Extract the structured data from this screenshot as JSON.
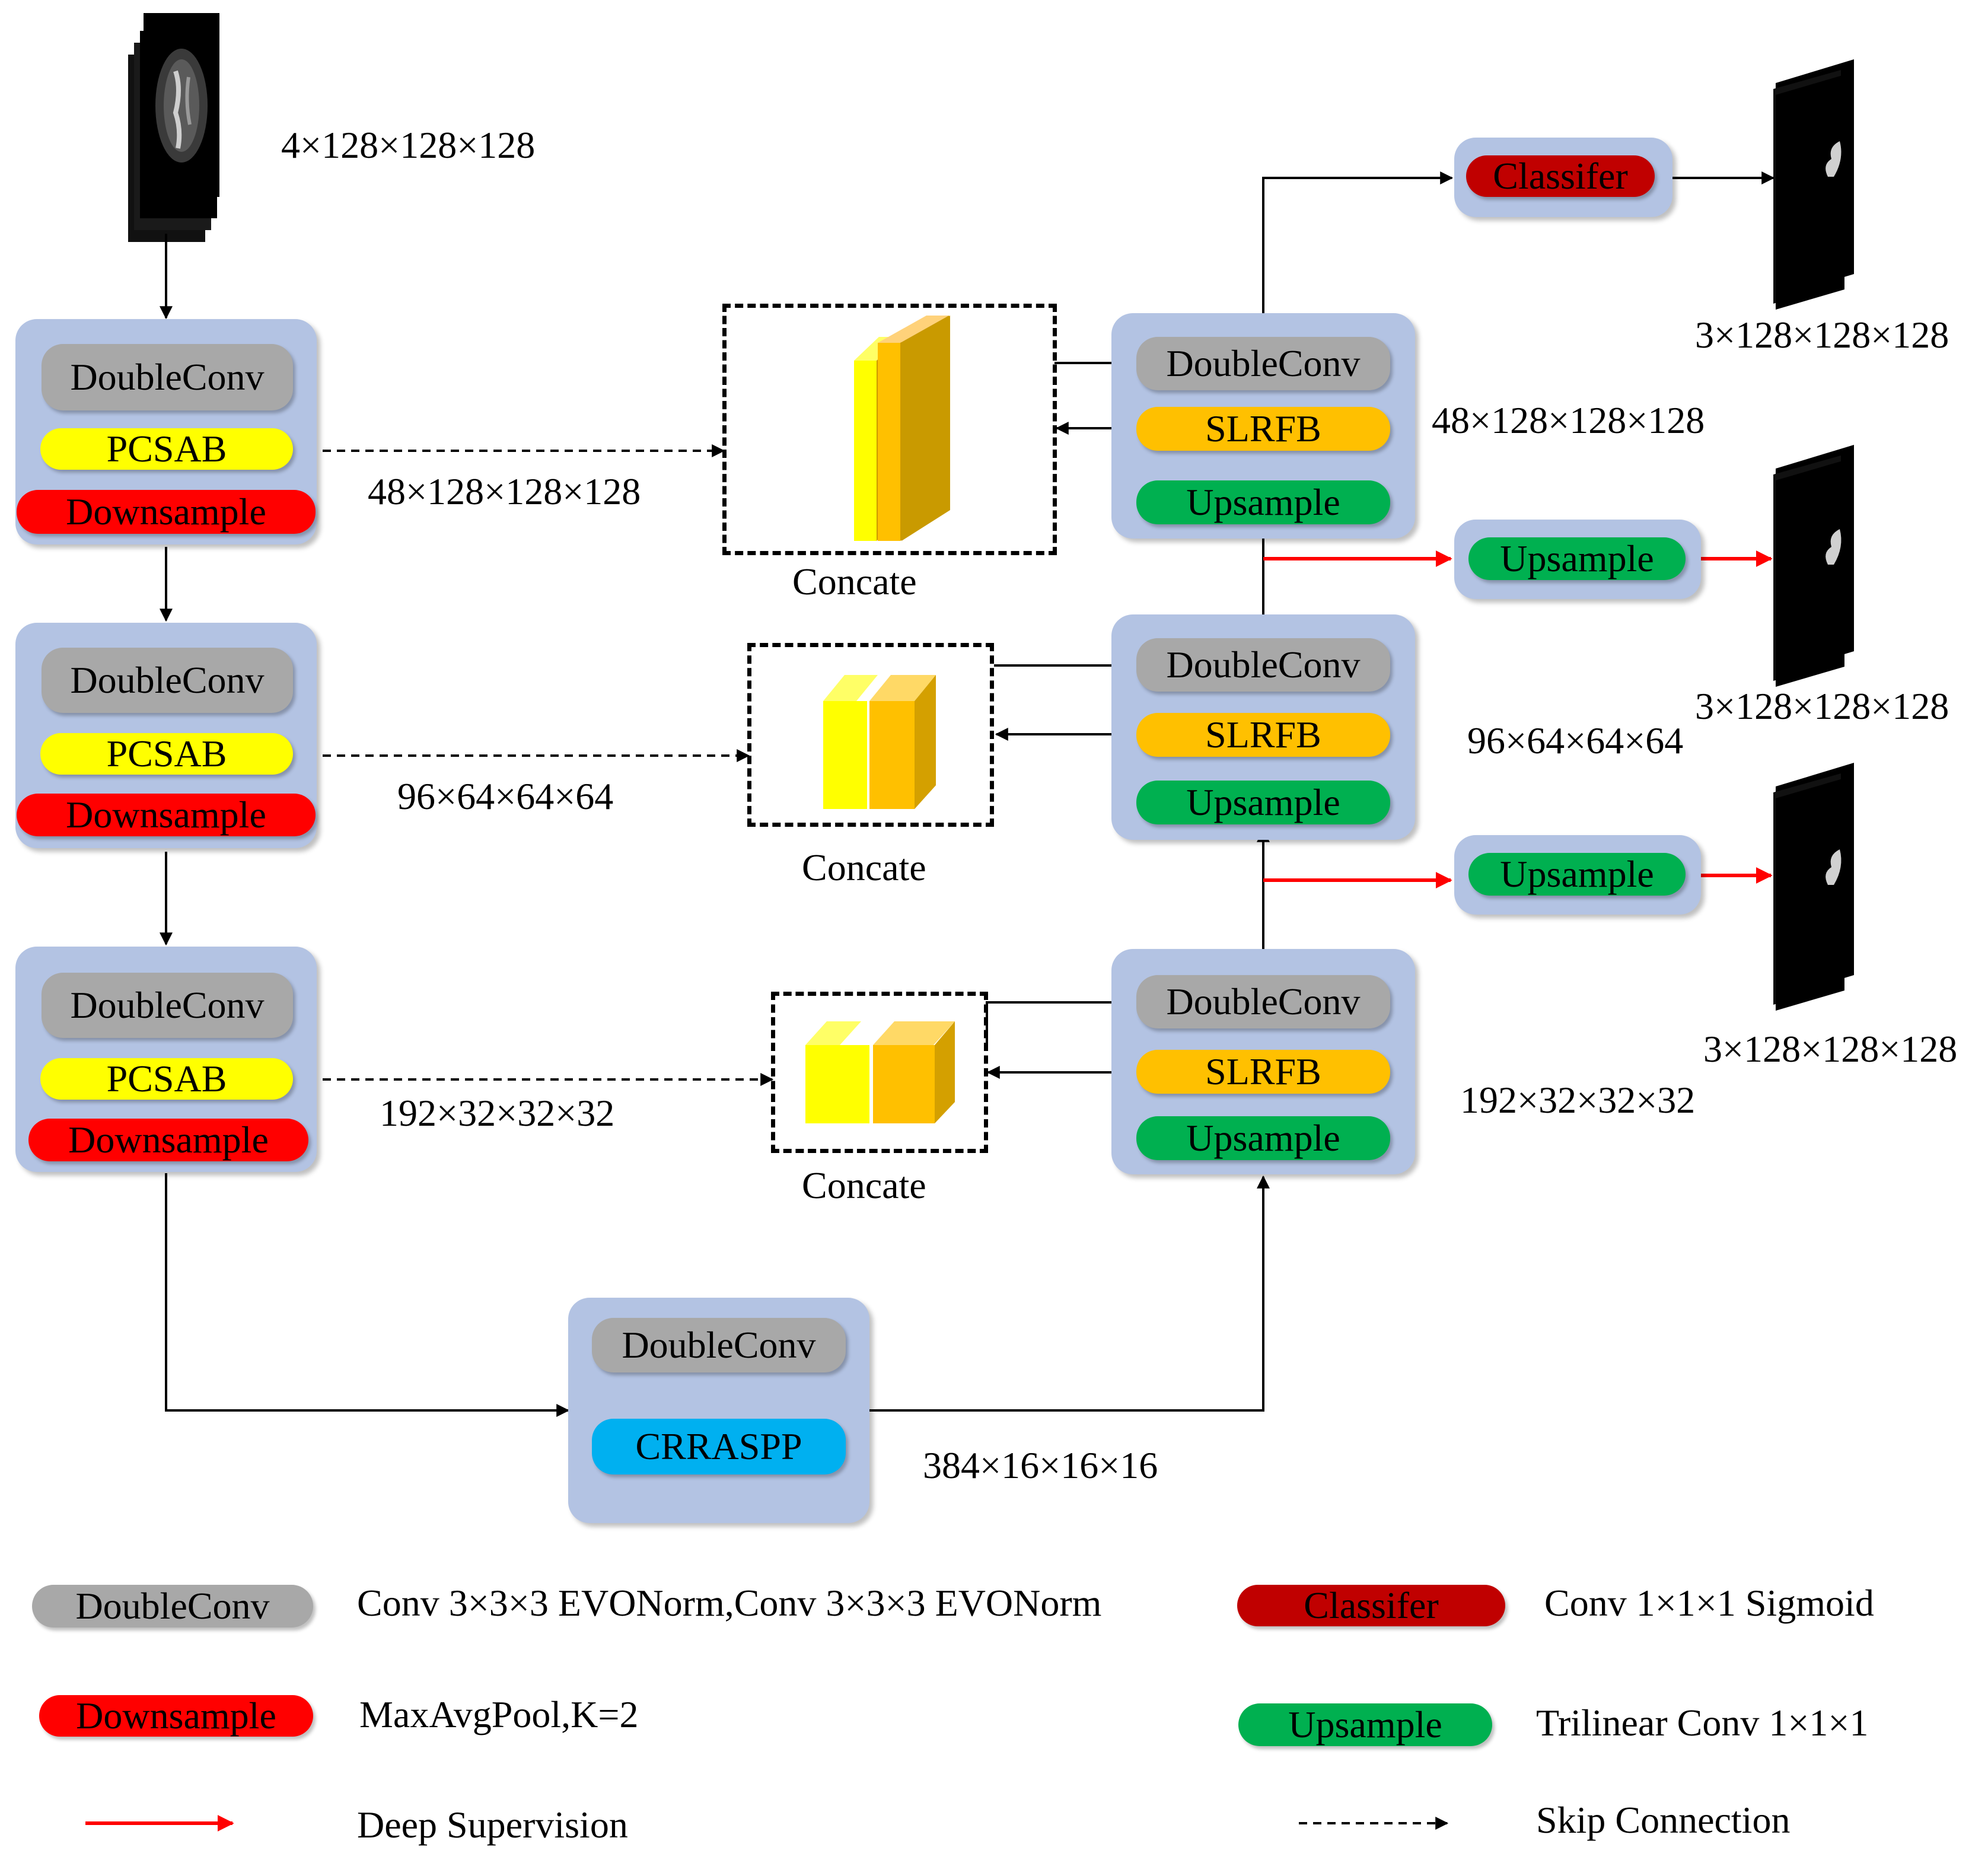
{
  "modules": {
    "doubleconv": "DoubleConv",
    "pcsab": "PCSAB",
    "downsample": "Downsample",
    "slrfb": "SLRFB",
    "upsample": "Upsample",
    "crraspp": "CRRASPP",
    "classifier": "Classifer",
    "concat": "Concate"
  },
  "dims": {
    "input": "4×128×128×128",
    "enc1": "48×128×128×128",
    "enc2": "96×64×64×64",
    "enc3": "192×32×32×32",
    "bottleneck": "384×16×16×16",
    "dec1": "48×128×128×128",
    "dec2": "96×64×64×64",
    "dec3": "192×32×32×32",
    "out1": "3×128×128×128",
    "out2": "3×128×128×128",
    "out3": "3×128×128×128"
  },
  "legend": {
    "doubleconv": "Conv 3×3×3 EVONorm,Conv 3×3×3 EVONorm",
    "downsample": "MaxAvgPool,K=2",
    "deep_supervision": "Deep Supervision",
    "classifier": "Conv 1×1×1 Sigmoid",
    "upsample": "Trilinear Conv 1×1×1",
    "skip": "Skip Connection"
  }
}
